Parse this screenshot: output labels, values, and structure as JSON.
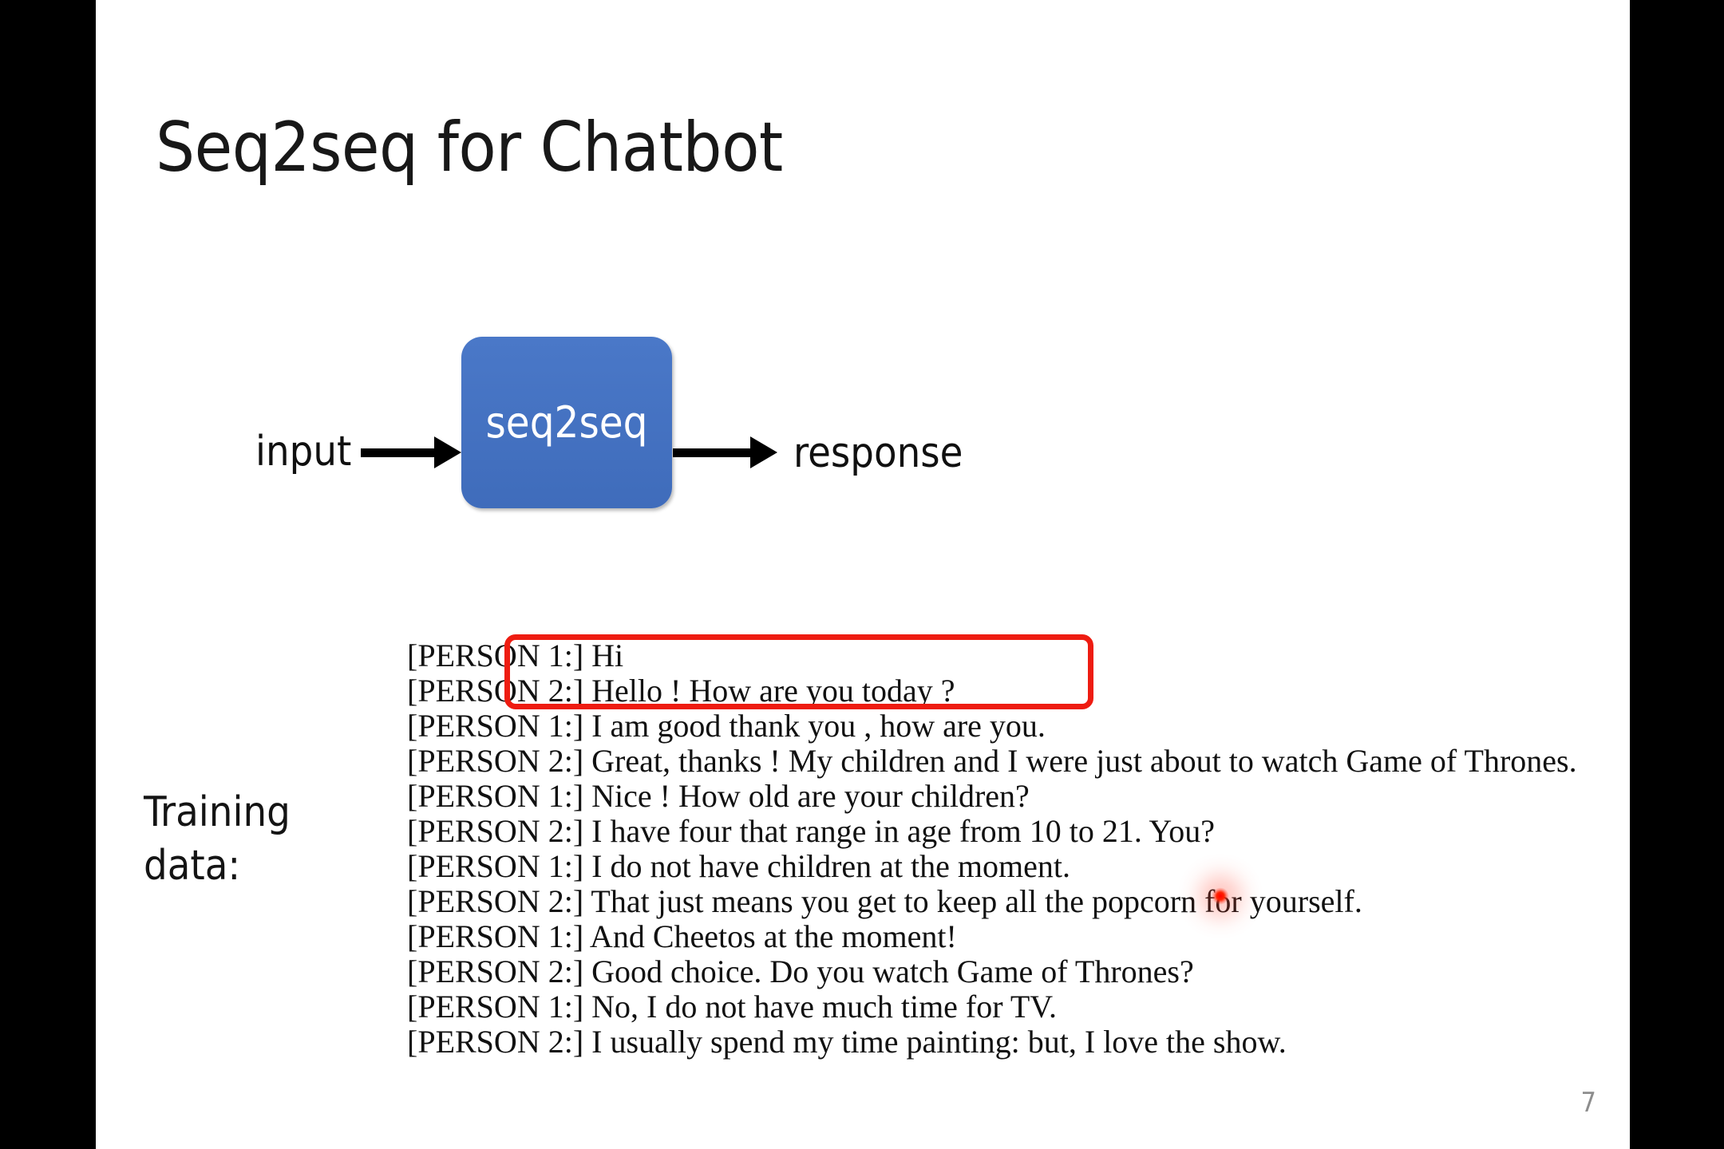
{
  "slide": {
    "title": "Seq2seq for Chatbot",
    "page_number": "7",
    "background_color": "#ffffff",
    "letterbox_color": "#000000"
  },
  "diagram": {
    "input_label": "input",
    "box_label": "seq2seq",
    "output_label": "response",
    "box_color": "#4472C4",
    "arrow_color": "#000000",
    "box_text_color": "#ffffff"
  },
  "training": {
    "caption_line_1": "Training",
    "caption_line_2": "data:",
    "highlight_color": "#EE1C11",
    "pointer_color": "#ff2200"
  },
  "transcript": {
    "lines": [
      {
        "speaker": "[PERSON 1:]",
        "text": "Hi",
        "highlighted": true
      },
      {
        "speaker": "[PERSON 2:]",
        "text": "Hello ! How are you today ?",
        "highlighted": true
      },
      {
        "speaker": "[PERSON 1:]",
        "text": "I am good thank you , how are you.",
        "highlighted": false
      },
      {
        "speaker": "[PERSON 2:]",
        "text": "Great, thanks ! My children and I were just about to watch Game of Thrones.",
        "highlighted": false
      },
      {
        "speaker": "[PERSON 1:]",
        "text": "Nice ! How old are your children?",
        "highlighted": false
      },
      {
        "speaker": "[PERSON 2:]",
        "text": "I have four that range in age from 10 to 21. You?",
        "highlighted": false
      },
      {
        "speaker": "[PERSON 1:]",
        "text": "I do not have children at the moment.",
        "highlighted": false
      },
      {
        "speaker": "[PERSON 2:]",
        "text": "That just means you get to keep all the popcorn for yourself.",
        "highlighted": false
      },
      {
        "speaker": "[PERSON 1:]",
        "text": "And Cheetos at the moment!",
        "highlighted": false
      },
      {
        "speaker": "[PERSON 2:]",
        "text": "Good choice. Do you watch Game of Thrones?",
        "highlighted": false
      },
      {
        "speaker": "[PERSON 1:]",
        "text": "No, I do not have much time for TV.",
        "highlighted": false
      },
      {
        "speaker": "[PERSON 2:]",
        "text": "I usually spend my time painting: but, I love the show.",
        "highlighted": false
      }
    ]
  }
}
